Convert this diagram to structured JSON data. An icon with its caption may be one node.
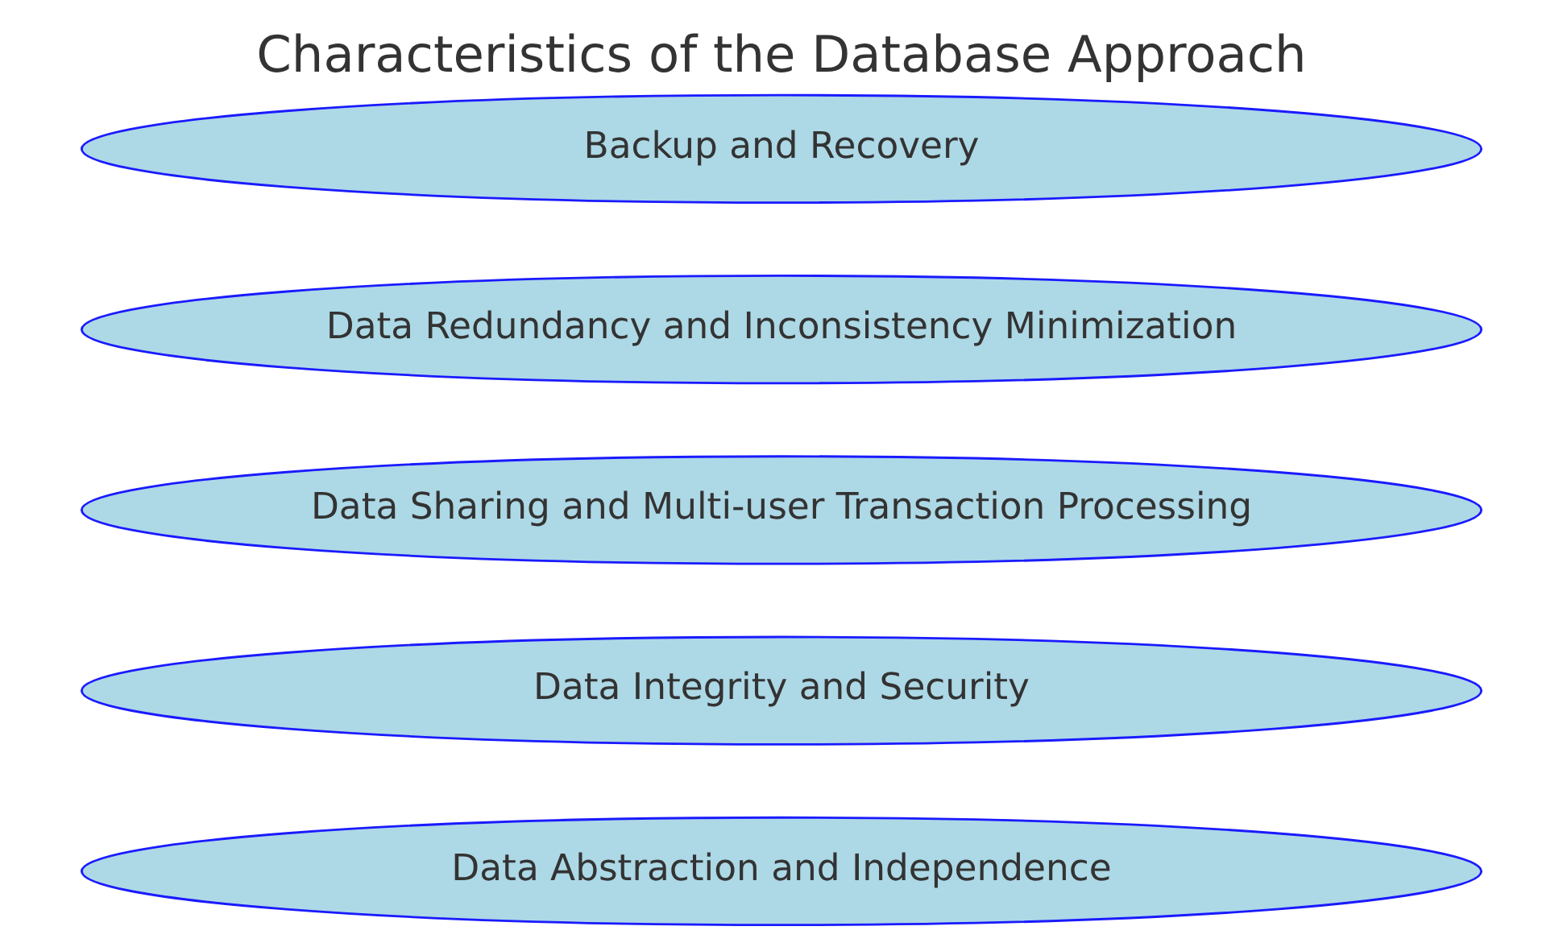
{
  "diagram": {
    "title": "Characteristics of the Database Approach",
    "nodes": [
      {
        "text": [
          "Data Abstraction and Independence"
        ]
      },
      {
        "text": [
          "Data Integrity and Security"
        ]
      },
      {
        "text": [
          "Data Sharing and Multi-user Transaction Processing"
        ]
      },
      {
        "text": [
          "Data Redundancy and Inconsistency Minimization"
        ]
      },
      {
        "text": [
          "Backup and Recovery"
        ]
      }
    ],
    "edges": []
  }
}
